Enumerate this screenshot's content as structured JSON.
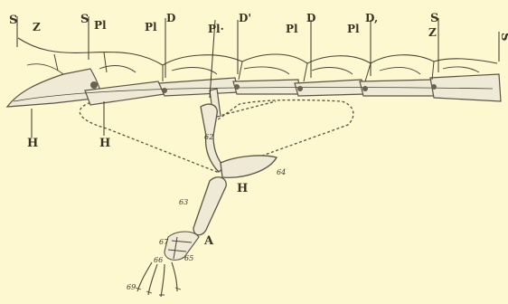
{
  "figure": {
    "background": "#fdf8cf",
    "ink": "#4a4436",
    "labels": {
      "top": [
        {
          "key": "s1",
          "text": "S"
        },
        {
          "key": "z1",
          "text": "Z"
        },
        {
          "key": "s2",
          "text": "S"
        },
        {
          "key": "pl1",
          "text": "Pl"
        },
        {
          "key": "pl2",
          "text": "Pl"
        },
        {
          "key": "d1",
          "text": "D"
        },
        {
          "key": "pl3",
          "text": "Pl·"
        },
        {
          "key": "d2",
          "text": "D'"
        },
        {
          "key": "pl4",
          "text": "Pl"
        },
        {
          "key": "d3",
          "text": "D"
        },
        {
          "key": "pl5",
          "text": "Pl"
        },
        {
          "key": "d4",
          "text": "D,"
        },
        {
          "key": "s3",
          "text": "S"
        },
        {
          "key": "z2",
          "text": "Z"
        },
        {
          "key": "s4",
          "text": "S"
        }
      ],
      "h1": "H",
      "h2": "H",
      "h3": "H",
      "a": "A",
      "n62": "62",
      "n63": "63",
      "n64": "64",
      "n65": "65",
      "n66": "66",
      "n67": "67",
      "n69": "69"
    }
  }
}
